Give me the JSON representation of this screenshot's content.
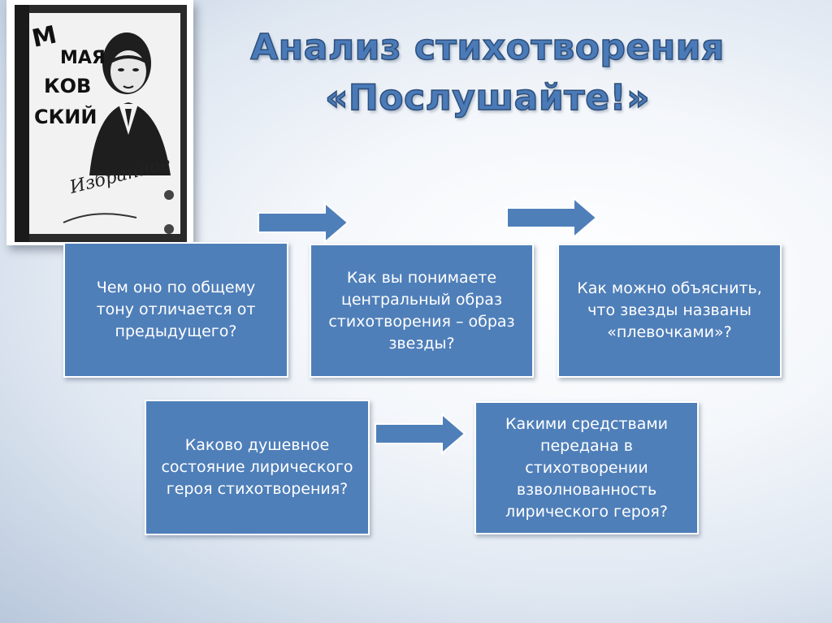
{
  "title": {
    "line1": "Анализ стихотворения",
    "line2": "«Послушайте!»"
  },
  "cover": {
    "author_lines": [
      "МАЯ",
      "КОВ",
      "СКИЙ"
    ],
    "subtitle": "Избранное"
  },
  "boxes": [
    {
      "text": "Чем оно по общему тону отличается от предыдущего?"
    },
    {
      "text": "Как вы понимаете центральный образ стихотворения – образ звезды?"
    },
    {
      "text": "Как можно объяснить, что звезды названы «плевочками»?"
    },
    {
      "text": "Каково душевное состояние лирического героя стихотворения?"
    },
    {
      "text": "Какими средствами передана в стихотворении взволнованность лирического героя?"
    }
  ],
  "colors": {
    "box_fill": "#4f7fb9",
    "arrow_fill": "#4f7fb9",
    "title_fill": "#4a7ab8"
  }
}
